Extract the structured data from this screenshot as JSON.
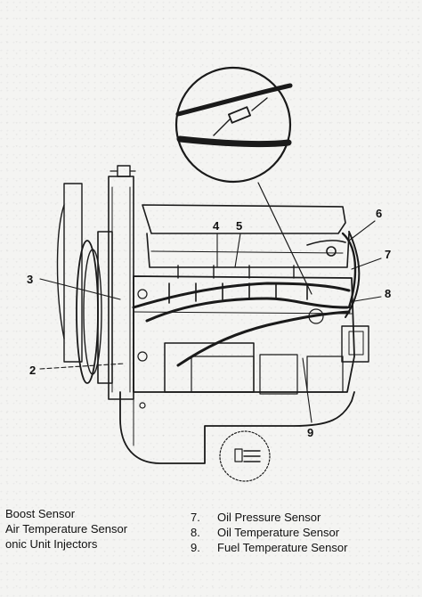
{
  "callouts": {
    "c2": "2",
    "c3": "3",
    "c4": "4",
    "c5": "5",
    "c6": "6",
    "c7": "7",
    "c8a": "8",
    "c8b": "8",
    "c9": "9"
  },
  "legend": {
    "left": [
      {
        "num": "",
        "label": "Boost Sensor"
      },
      {
        "num": "",
        "label": "Air Temperature Sensor"
      },
      {
        "num": "",
        "label": "onic Unit Injectors"
      }
    ],
    "right": [
      {
        "num": "7.",
        "label": "Oil Pressure Sensor"
      },
      {
        "num": "8.",
        "label": "Oil Temperature Sensor"
      },
      {
        "num": "9.",
        "label": "Fuel Temperature Sensor"
      }
    ]
  }
}
